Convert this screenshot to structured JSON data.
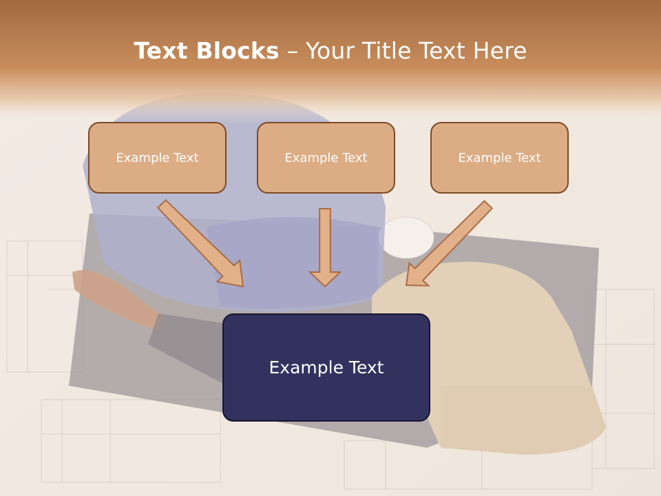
{
  "title": {
    "bold": "Text Blocks",
    "rest": " – Your Title Text Here"
  },
  "blocks": [
    {
      "label": "Example Text"
    },
    {
      "label": "Example Text"
    },
    {
      "label": "Example Text"
    }
  ],
  "target": {
    "label": "Example Text"
  },
  "colors": {
    "header_band": "#c98d5c",
    "block_fill": "#dcac84",
    "block_border": "#7b4a24",
    "target_fill": "#33325f",
    "arrow_fill": "#e2b18a"
  }
}
